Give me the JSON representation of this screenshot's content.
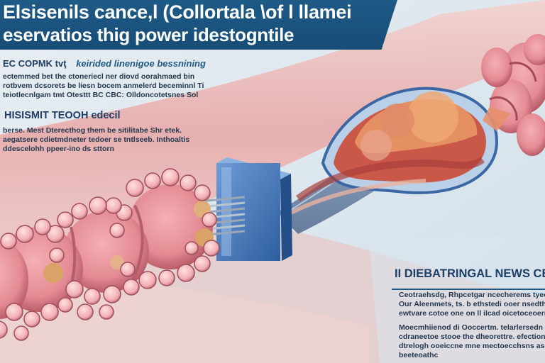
{
  "header": {
    "title_line1": "Elsisenils cance,l (Collortala \\of l llamei",
    "title_line2": "eservatios thig power idestogntile"
  },
  "left_panel": {
    "sub_heading_a": "EC COPMK tvţ",
    "sub_heading_b": "keirided linenigoe bessnining",
    "paragraph": [
      "ectemmed bet the ctoneriecl ner diovd oorahmaed bin",
      "rotbvem dcsorets be liesn bocem anmelerd beceminnl Ti",
      "teiotlecnlgam tmt Otesttt BC CBC: Olldoncotetsnes Sol"
    ],
    "section_heading": "HISISMIT TEOOH edecil",
    "section_paragraph": [
      "berse. Mest Dterecthog them be sitilitabe Shr etek.",
      "aegatsere cdietmdneter tedoer se tntlseeb. Inthoaltis",
      "ddescelohh ppeer-ino ds sttorn"
    ]
  },
  "right_panel": {
    "heading": "II DIEBATRINGAL NEWS CE",
    "paragraph_a": [
      "Ceotraehsdg, Rhpcetgar ncecherems tyecce cl",
      "Our Aleenmets, ts. b ethstedi ooer nsedthe Ta",
      "ewtvare cotoe one on ll ilcad oicetoceoerr blo"
    ],
    "paragraph_b": [
      "Moecmhiienod di Ooccertm. telarlersedn",
      "cdraneetoe stooe the dheorettre. efectiong",
      "dtrelogh ooeiccne mne mectoecchsns asdhieg",
      "beeteoathc"
    ]
  },
  "colors": {
    "banner_blue": "#1e5a86",
    "text_navy": "#1e3f66",
    "tissue_pink": "#e8a0a3",
    "device_blue": "#3f73b7"
  }
}
